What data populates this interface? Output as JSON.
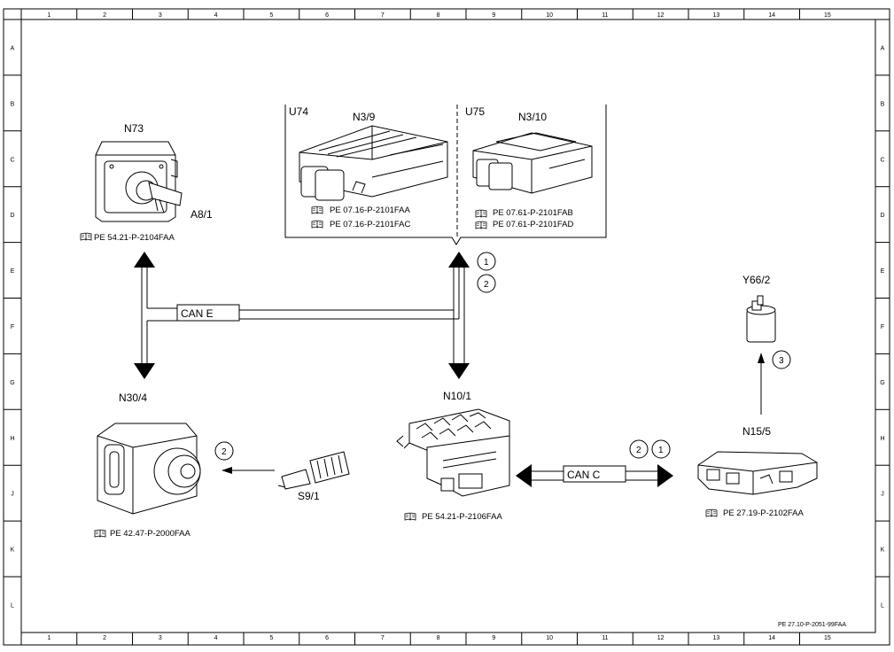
{
  "grid": {
    "columns": [
      "1",
      "2",
      "3",
      "4",
      "5",
      "6",
      "7",
      "8",
      "9",
      "10",
      "11",
      "12",
      "13",
      "14",
      "15"
    ],
    "rows": [
      "A",
      "B",
      "C",
      "D",
      "E",
      "F",
      "G",
      "H",
      "J",
      "K",
      "L"
    ]
  },
  "components": {
    "n73": {
      "label": "N73",
      "sub_label": "A8/1",
      "ref": "PE 54.21-P-2104FAA"
    },
    "group_u74": {
      "group": "U74",
      "label": "N3/9",
      "refs": [
        "PE 07.16-P-2101FAA",
        "PE 07.16-P-2101FAC"
      ]
    },
    "group_u75": {
      "group": "U75",
      "label": "N3/10",
      "refs": [
        "PE 07.61-P-2101FAB",
        "PE 07.61-P-2101FAD"
      ]
    },
    "n30_4": {
      "label": "N30/4",
      "ref": "PE 42.47-P-2000FAA"
    },
    "s9_1": {
      "label": "S9/1"
    },
    "n10_1": {
      "label": "N10/1",
      "ref": "PE 54.21-P-2106FAA"
    },
    "y66_2": {
      "label": "Y66/2"
    },
    "n15_5": {
      "label": "N15/5",
      "ref": "PE 27.19-P-2102FAA"
    }
  },
  "buses": {
    "can_e": "CAN E",
    "can_c": "CAN C"
  },
  "markers": {
    "top_1": "1",
    "top_2": "2",
    "s9_2": "2",
    "canc_2": "2",
    "canc_1": "1",
    "y66_3": "3"
  },
  "footer": {
    "doc_id": "PE 27.10-P-2051-99FAA"
  }
}
